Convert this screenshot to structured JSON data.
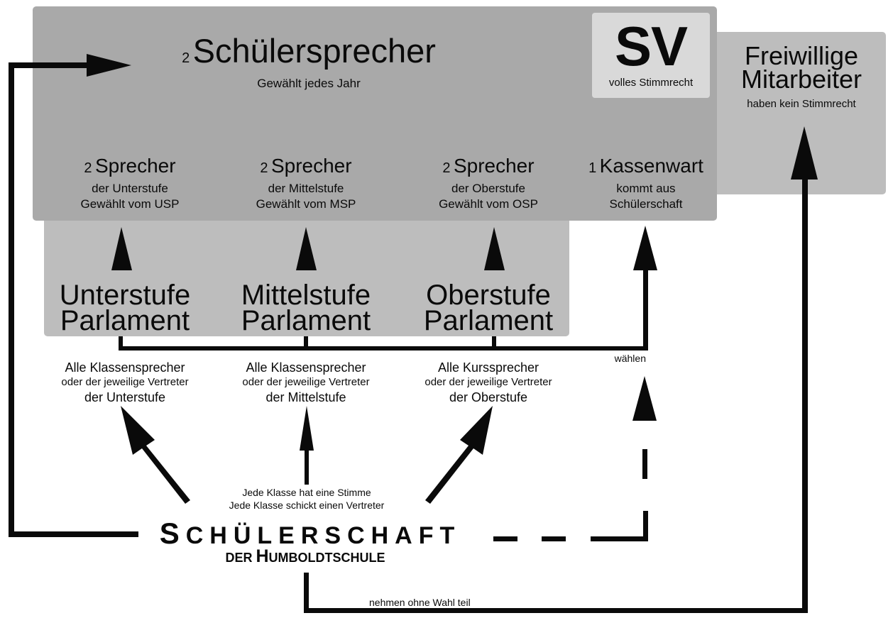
{
  "sv": {
    "president": {
      "count": "2",
      "title": "Schülersprecher",
      "subtitle": "Gewählt jedes Jahr"
    },
    "badge": {
      "label": "SV",
      "note": "volles Stimmrecht"
    },
    "roles": [
      {
        "count": "2",
        "title": "Sprecher",
        "line1": "der Unterstufe",
        "line2": "Gewählt vom USP"
      },
      {
        "count": "2",
        "title": "Sprecher",
        "line1": "der Mittelstufe",
        "line2": "Gewählt vom MSP"
      },
      {
        "count": "2",
        "title": "Sprecher",
        "line1": "der Oberstufe",
        "line2": "Gewählt vom OSP"
      },
      {
        "count": "1",
        "title": "Kassenwart",
        "line1": "kommt aus",
        "line2": "Schülerschaft"
      }
    ]
  },
  "volunteers": {
    "line1": "Freiwillige",
    "line2": "Mitarbeiter",
    "note": "haben kein Stimmrecht"
  },
  "parliaments": [
    {
      "line1": "Unterstufe",
      "line2": "Parlament"
    },
    {
      "line1": "Mittelstufe",
      "line2": "Parlament"
    },
    {
      "line1": "Oberstufe",
      "line2": "Parlament"
    }
  ],
  "connector_labels": {
    "elect": "wählen",
    "participate": "nehmen ohne Wahl teil"
  },
  "representatives": [
    {
      "line1": "Alle Klassensprecher",
      "line2": "oder der jeweilige Vertreter",
      "line3": "der Unterstufe"
    },
    {
      "line1": "Alle Klassensprecher",
      "line2": "oder der jeweilige Vertreter",
      "line3": "der Mittelstufe"
    },
    {
      "line1": "Alle Kurssprecher",
      "line2": "oder der jeweilige Vertreter",
      "line3": "der Oberstufe"
    }
  ],
  "class_note": {
    "line1": "Jede Klasse hat eine Stimme",
    "line2": "Jede Klasse schickt einen Vertreter"
  },
  "student_body": {
    "line1_cap": "S",
    "line1_rest": "CHÜLERSCHAFT",
    "line2_small": "DER ",
    "line2_cap": "H",
    "line2_rest": "UMBOLDTSCHULE"
  },
  "colors": {
    "panel_dark": "#a9a9a9",
    "panel_light": "#bdbdbd",
    "badge": "#d9d9d9",
    "ink": "#0a0a0a"
  }
}
